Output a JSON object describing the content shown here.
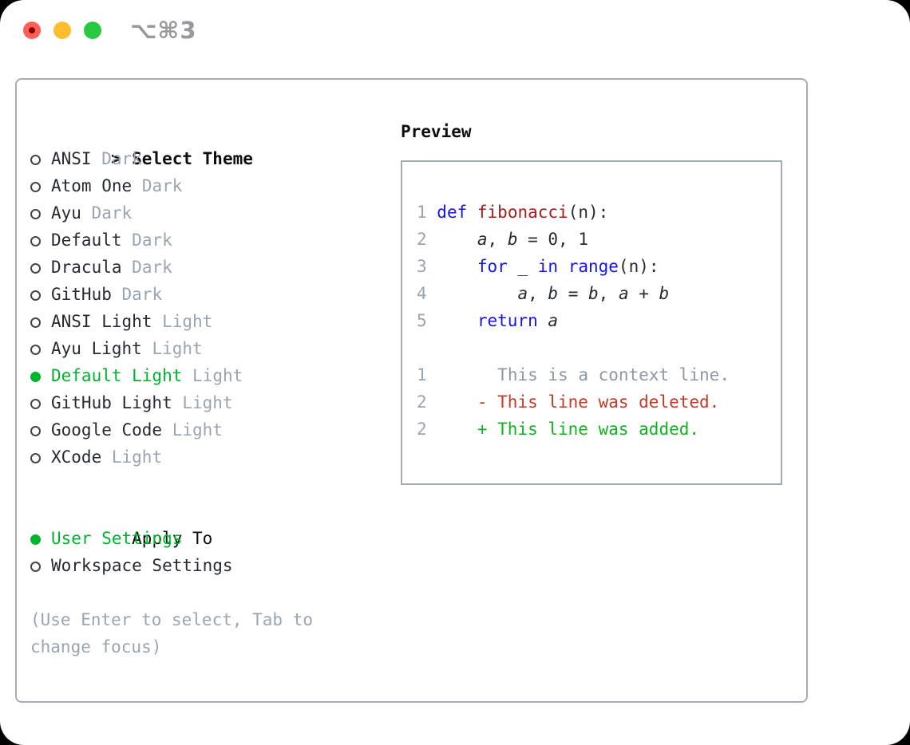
{
  "window": {
    "titlebar_shortcut": "⌥⌘3",
    "traffic_lights": [
      "close",
      "minimize",
      "zoom"
    ]
  },
  "theme_picker": {
    "prompt_char": ">",
    "title": "Select Theme",
    "items": [
      {
        "label": "ANSI",
        "variant": "Dark",
        "selected": false
      },
      {
        "label": "Atom One",
        "variant": "Dark",
        "selected": false
      },
      {
        "label": "Ayu",
        "variant": "Dark",
        "selected": false
      },
      {
        "label": "Default",
        "variant": "Dark",
        "selected": false
      },
      {
        "label": "Dracula",
        "variant": "Dark",
        "selected": false
      },
      {
        "label": "GitHub",
        "variant": "Dark",
        "selected": false
      },
      {
        "label": "ANSI Light",
        "variant": "Light",
        "selected": false
      },
      {
        "label": "Ayu Light",
        "variant": "Light",
        "selected": false
      },
      {
        "label": "Default Light",
        "variant": "Light",
        "selected": true
      },
      {
        "label": "GitHub Light",
        "variant": "Light",
        "selected": false
      },
      {
        "label": "Google Code",
        "variant": "Light",
        "selected": false
      },
      {
        "label": "XCode",
        "variant": "Light",
        "selected": false
      }
    ],
    "apply_to": {
      "title": "Apply To",
      "options": [
        {
          "label": "User Settings",
          "selected": true
        },
        {
          "label": "Workspace Settings",
          "selected": false
        }
      ]
    },
    "hint": "(Use Enter to select, Tab to change focus)"
  },
  "preview": {
    "title": "Preview",
    "code_lines": [
      [
        {
          "t": "1 ",
          "c": "num"
        },
        {
          "t": "def",
          "c": "kw"
        },
        {
          "t": " ",
          "c": "pl"
        },
        {
          "t": "fibonacci",
          "c": "fn"
        },
        {
          "t": "(n):",
          "c": "pl"
        }
      ],
      [
        {
          "t": "2 ",
          "c": "num"
        },
        {
          "t": "    ",
          "c": "pl"
        },
        {
          "t": "a",
          "c": "var"
        },
        {
          "t": ", ",
          "c": "pl"
        },
        {
          "t": "b",
          "c": "var"
        },
        {
          "t": " = 0, 1",
          "c": "pl"
        }
      ],
      [
        {
          "t": "3 ",
          "c": "num"
        },
        {
          "t": "    ",
          "c": "pl"
        },
        {
          "t": "for",
          "c": "kw"
        },
        {
          "t": " _ ",
          "c": "pl"
        },
        {
          "t": "in",
          "c": "kw"
        },
        {
          "t": " ",
          "c": "pl"
        },
        {
          "t": "range",
          "c": "kw"
        },
        {
          "t": "(n):",
          "c": "pl"
        }
      ],
      [
        {
          "t": "4 ",
          "c": "num"
        },
        {
          "t": "        ",
          "c": "pl"
        },
        {
          "t": "a",
          "c": "var"
        },
        {
          "t": ", ",
          "c": "pl"
        },
        {
          "t": "b",
          "c": "var"
        },
        {
          "t": " = ",
          "c": "pl"
        },
        {
          "t": "b",
          "c": "var"
        },
        {
          "t": ", ",
          "c": "pl"
        },
        {
          "t": "a",
          "c": "var"
        },
        {
          "t": " + ",
          "c": "pl"
        },
        {
          "t": "b",
          "c": "var"
        }
      ],
      [
        {
          "t": "5 ",
          "c": "num"
        },
        {
          "t": "    ",
          "c": "pl"
        },
        {
          "t": "return",
          "c": "kw"
        },
        {
          "t": " ",
          "c": "pl"
        },
        {
          "t": "a",
          "c": "var"
        }
      ],
      [],
      [
        {
          "t": "1",
          "c": "num"
        },
        {
          "t": "       ",
          "c": "pl"
        },
        {
          "t": "This is a context line.",
          "c": "ctx"
        }
      ],
      [
        {
          "t": "2",
          "c": "num"
        },
        {
          "t": "     ",
          "c": "pl"
        },
        {
          "t": "- This line was deleted.",
          "c": "del"
        }
      ],
      [
        {
          "t": "2",
          "c": "num"
        },
        {
          "t": "     ",
          "c": "pl"
        },
        {
          "t": "+ This line was added.",
          "c": "add"
        }
      ]
    ]
  },
  "colors": {
    "accent_green": "#00b42d",
    "keyword_blue": "#1515e8",
    "function_red": "#a81c1c",
    "deleted_red": "#c23b28",
    "added_green": "#10b41c",
    "muted_gray": "#9aa5b2",
    "context_gray": "#8d98a4",
    "text_dark": "#262b33",
    "heading_black": "#0c0d0f",
    "border_gray": "#a4adb7",
    "titlebar_gray": "#98989d",
    "traffic_red": "#ff5f57",
    "traffic_yellow": "#febc2e",
    "traffic_green": "#28c840"
  }
}
